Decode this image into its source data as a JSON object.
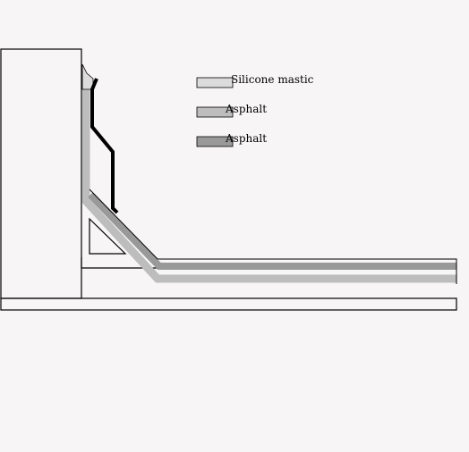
{
  "diagram": {
    "legend": [
      {
        "label": "Silicone mastic",
        "color": "#dcdcdc"
      },
      {
        "label": "Asphalt",
        "color": "#bdbdbd"
      },
      {
        "label": "Asphalt",
        "color": "#999999"
      }
    ],
    "colors": {
      "background": "#f7f5f5",
      "outline": "#000000",
      "flashing": "#000000",
      "light_layer": "#bdbdbd",
      "dark_layer": "#999999",
      "mastic": "#dcdcdc"
    }
  }
}
